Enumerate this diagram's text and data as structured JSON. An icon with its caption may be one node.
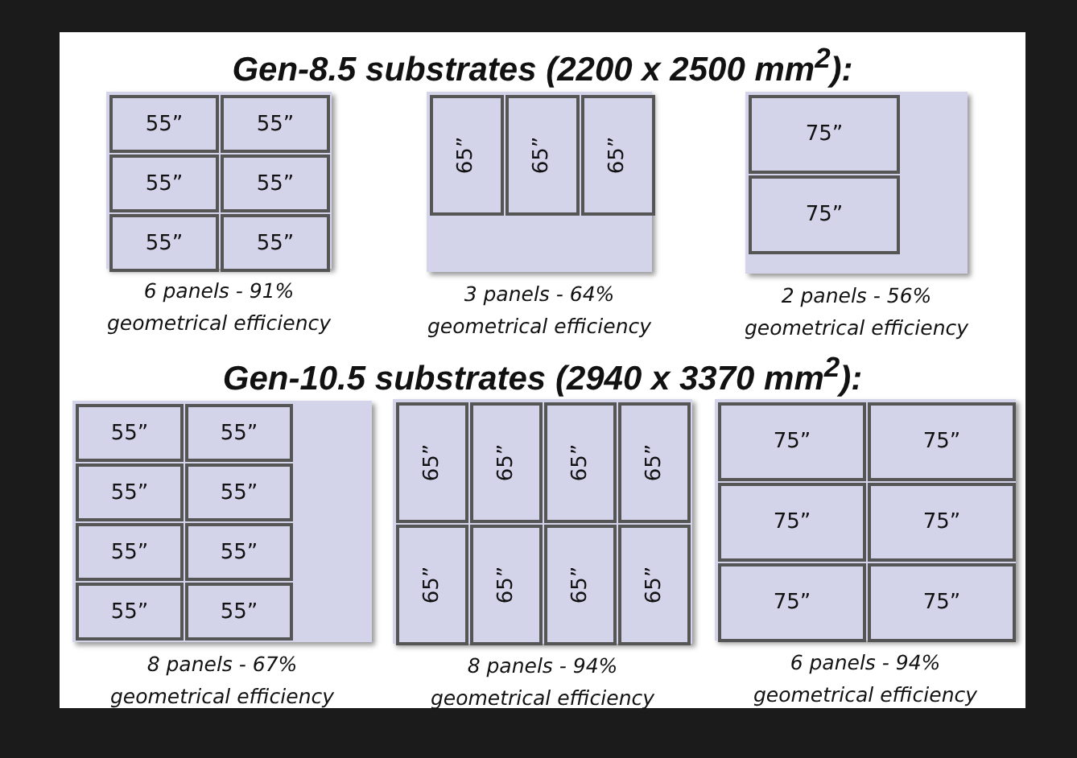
{
  "diagram": {
    "title": "Gen-8.5 substrates (2200 x 2500 mm$^{2}$):",
    "nodes": [
      {
        "text": [],
        "shape": "box",
        "beside": [
          "6 panels - 91% geometrical efficiency"
        ]
      },
      {
        "text": [
          "55”"
        ],
        "in": 0
      },
      {
        "text": [
          "55”"
        ],
        "in": 0
      },
      {
        "text": [
          "55”"
        ],
        "in": 0
      },
      {
        "text": [
          "55”"
        ],
        "in": 0
      },
      {
        "text": [
          "55”"
        ],
        "in": 0
      },
      {
        "text": [
          "55”"
        ],
        "in": 0
      },
      {
        "text": [],
        "shape": "box",
        "beside": [
          "3 panels - 64% geometrical efficiency"
        ]
      },
      {
        "text": [
          "65”"
        ],
        "in": 7
      },
      {
        "text": [
          "65”"
        ],
        "in": 7
      },
      {
        "text": [
          "65”"
        ],
        "in": 7
      },
      {
        "text": [],
        "shape": "box",
        "beside": [
          "2 panels - 56% geometrical efficiency"
        ]
      },
      {
        "text": [
          "75”"
        ],
        "in": 11
      },
      {
        "text": [
          "75”"
        ],
        "in": 11
      },
      {
        "text": [],
        "shape": "box",
        "beside": [
          "8 panels - 67% geometrical efficiency"
        ]
      },
      {
        "text": [
          "55”"
        ],
        "in": 14
      },
      {
        "text": [
          "55”"
        ],
        "in": 14
      },
      {
        "text": [
          "55”"
        ],
        "in": 14
      },
      {
        "text": [
          "55”"
        ],
        "in": 14
      },
      {
        "text": [
          "55”"
        ],
        "in": 14
      },
      {
        "text": [
          "55”"
        ],
        "in": 14
      },
      {
        "text": [
          "55”"
        ],
        "in": 14
      },
      {
        "text": [
          "55”"
        ],
        "in": 14
      },
      {
        "text": [],
        "shape": "box",
        "beside": [
          "8 panels - 94% geometrical efficiency"
        ]
      },
      {
        "text": [
          "65”"
        ],
        "in": 23
      },
      {
        "text": [
          "65”"
        ],
        "in": 23
      },
      {
        "text": [
          "65”"
        ],
        "in": 23
      },
      {
        "text": [
          "65”"
        ],
        "in": 23
      },
      {
        "text": [
          "65”"
        ],
        "in": 23
      },
      {
        "text": [
          "65”"
        ],
        "in": 23
      },
      {
        "text": [
          "65”"
        ],
        "in": 23
      },
      {
        "text": [
          "65”"
        ],
        "in": 23
      },
      {
        "text": [],
        "shape": "box",
        "beside": [
          "6 panels - 94% geometrical efficiency"
        ]
      },
      {
        "text": [
          "75”"
        ],
        "in": 32
      },
      {
        "text": [
          "75”"
        ],
        "in": 32
      },
      {
        "text": [
          "75”"
        ],
        "in": 32
      },
      {
        "text": [
          "75”"
        ],
        "in": 32
      },
      {
        "text": [
          "75”"
        ],
        "in": 32
      },
      {
        "text": [
          "75”"
        ],
        "in": 32
      }
    ],
    "labels": [
      "Gen-10.5 substrates (2940 x 3370 mm$^{2}$):"
    ]
  }
}
